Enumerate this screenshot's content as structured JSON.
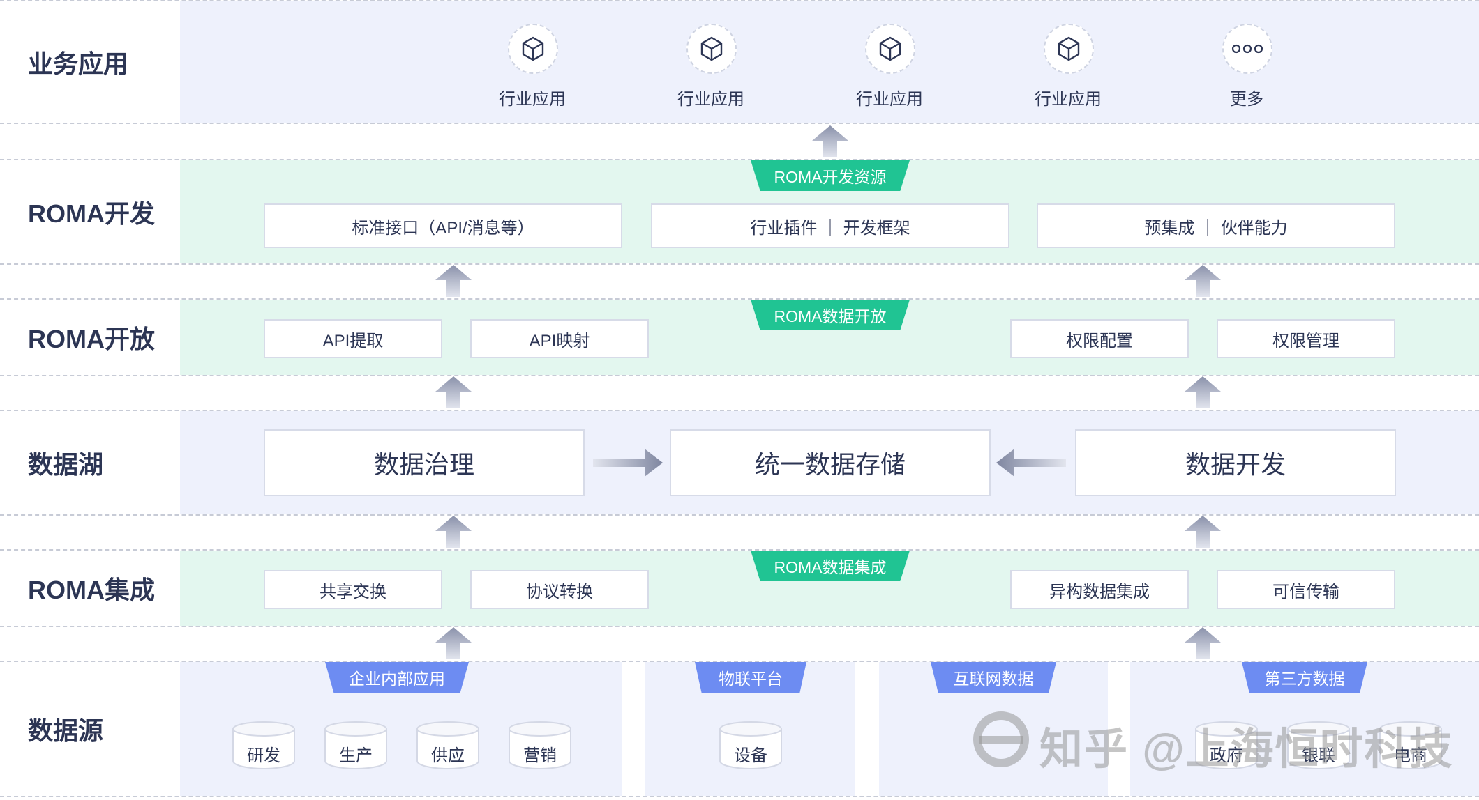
{
  "layers": {
    "business": "业务应用",
    "roma_dev": "ROMA开发",
    "roma_open": "ROMA开放",
    "data_lake": "数据湖",
    "roma_integration": "ROMA集成",
    "data_source": "数据源"
  },
  "business_apps": [
    "行业应用",
    "行业应用",
    "行业应用",
    "行业应用",
    "更多"
  ],
  "icons": {
    "app": "cube-icon",
    "more": "more-dots-icon"
  },
  "roma_dev": {
    "tag": "ROMA开发资源",
    "boxes": [
      "标准接口（API/消息等）",
      "行业插件 ｜ 开发框架",
      "预集成 ｜ 伙伴能力"
    ]
  },
  "roma_open": {
    "tag": "ROMA数据开放",
    "boxes": [
      "API提取",
      "API映射",
      "权限配置",
      "权限管理"
    ]
  },
  "data_lake": {
    "boxes": [
      "数据治理",
      "统一数据存储",
      "数据开发"
    ]
  },
  "roma_integration": {
    "tag": "ROMA数据集成",
    "boxes": [
      "共享交换",
      "协议转换",
      "异构数据集成",
      "可信传输"
    ]
  },
  "data_source": {
    "groups": [
      {
        "tag": "企业内部应用",
        "items": [
          "研发",
          "生产",
          "供应",
          "营销"
        ]
      },
      {
        "tag": "物联平台",
        "items": [
          "设备"
        ]
      },
      {
        "tag": "互联网数据",
        "items": []
      },
      {
        "tag": "第三方数据",
        "items": [
          "政府",
          "银联",
          "电商"
        ]
      }
    ]
  },
  "watermark": "知乎 @上海恒时科技",
  "colors": {
    "green_tag": "#20c493",
    "blue_tag": "#6d8cf2",
    "green_bg": "#e3f7ef",
    "blue_bg": "#eef1fc",
    "text": "#2c3554"
  }
}
